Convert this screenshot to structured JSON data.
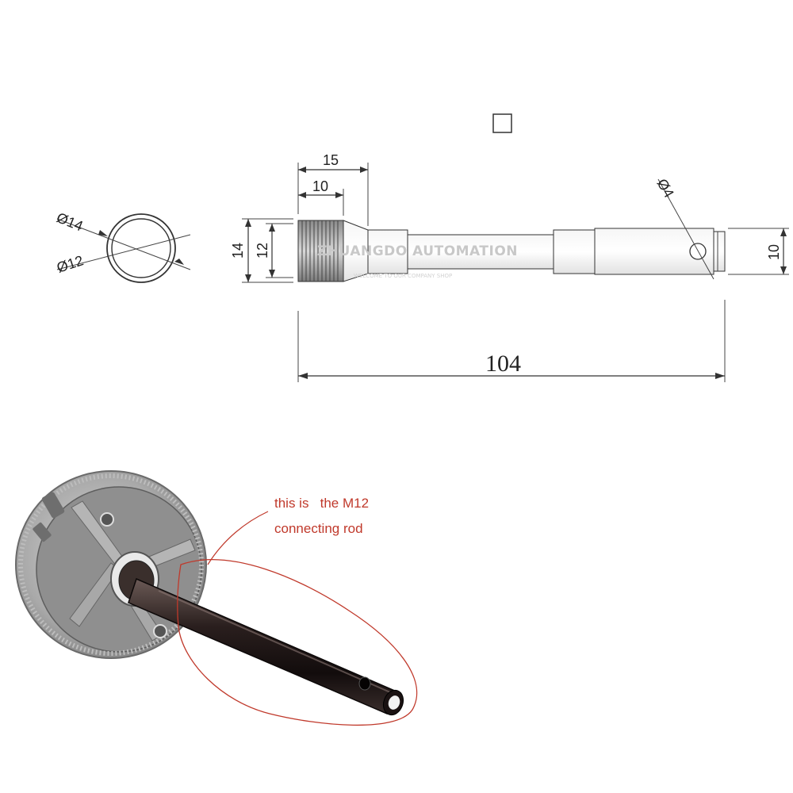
{
  "drawing": {
    "placeholder_glyph": "□",
    "dims": {
      "outer_diameter": "Ø14",
      "inner_diameter": "Ø12",
      "thread_len_total": "15",
      "thread_len": "10",
      "height_outer": "14",
      "height_inner": "12",
      "hole_diameter": "Ø4",
      "end_height": "10",
      "overall_length": "104"
    },
    "watermark": "ZHUANGDO AUTOMATION",
    "watermark_sub": "WELCOME TO OUR COMPANY SHOP"
  },
  "photo": {
    "annotation_line1": "this is   the M12",
    "annotation_line2": "connecting rod",
    "annotation_color": "#c0392b"
  },
  "icons": [
    "checkbox-placeholder-icon"
  ]
}
